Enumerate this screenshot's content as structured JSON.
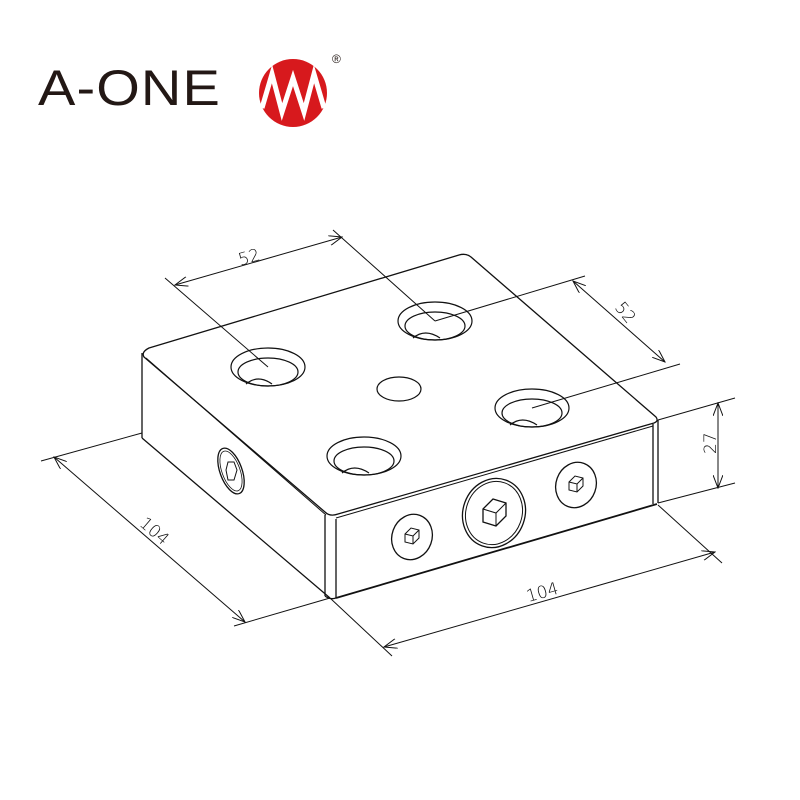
{
  "brand": {
    "name": "A-ONE",
    "registered_mark": "®",
    "logo_mark_color": "#d7191d",
    "text_color": "#231815"
  },
  "drawing": {
    "type": "isometric technical drawing",
    "subject": "square mounting block with 4 counterbored holes, 1 center hole, and 4 side hex socket screws",
    "line_color": "#111111",
    "dimensions": {
      "hole_spacing_x": "52",
      "hole_spacing_y": "52",
      "height": "27",
      "length_left": "104",
      "length_front": "104"
    },
    "features": {
      "counterbored_holes": 4,
      "center_pin_hole": 1,
      "side_hex_screws": 4
    }
  }
}
